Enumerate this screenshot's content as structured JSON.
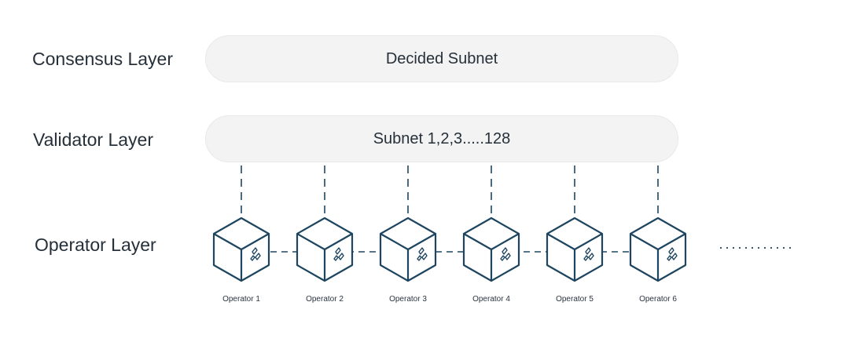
{
  "layers": {
    "consensus": "Consensus Layer",
    "validator": "Validator Layer",
    "operator": "Operator Layer"
  },
  "subnets": {
    "decided": "Decided Subnet",
    "validator": "Subnet 1,2,3.....128"
  },
  "operators": [
    "Operator 1",
    "Operator 2",
    "Operator 3",
    "Operator 4",
    "Operator 5",
    "Operator 6"
  ],
  "colors": {
    "line": "#1e4560",
    "pill": "#f3f3f3",
    "text": "#26303a"
  },
  "icons": {
    "node": "cube-icon",
    "continuation": "ellipsis-dots"
  }
}
